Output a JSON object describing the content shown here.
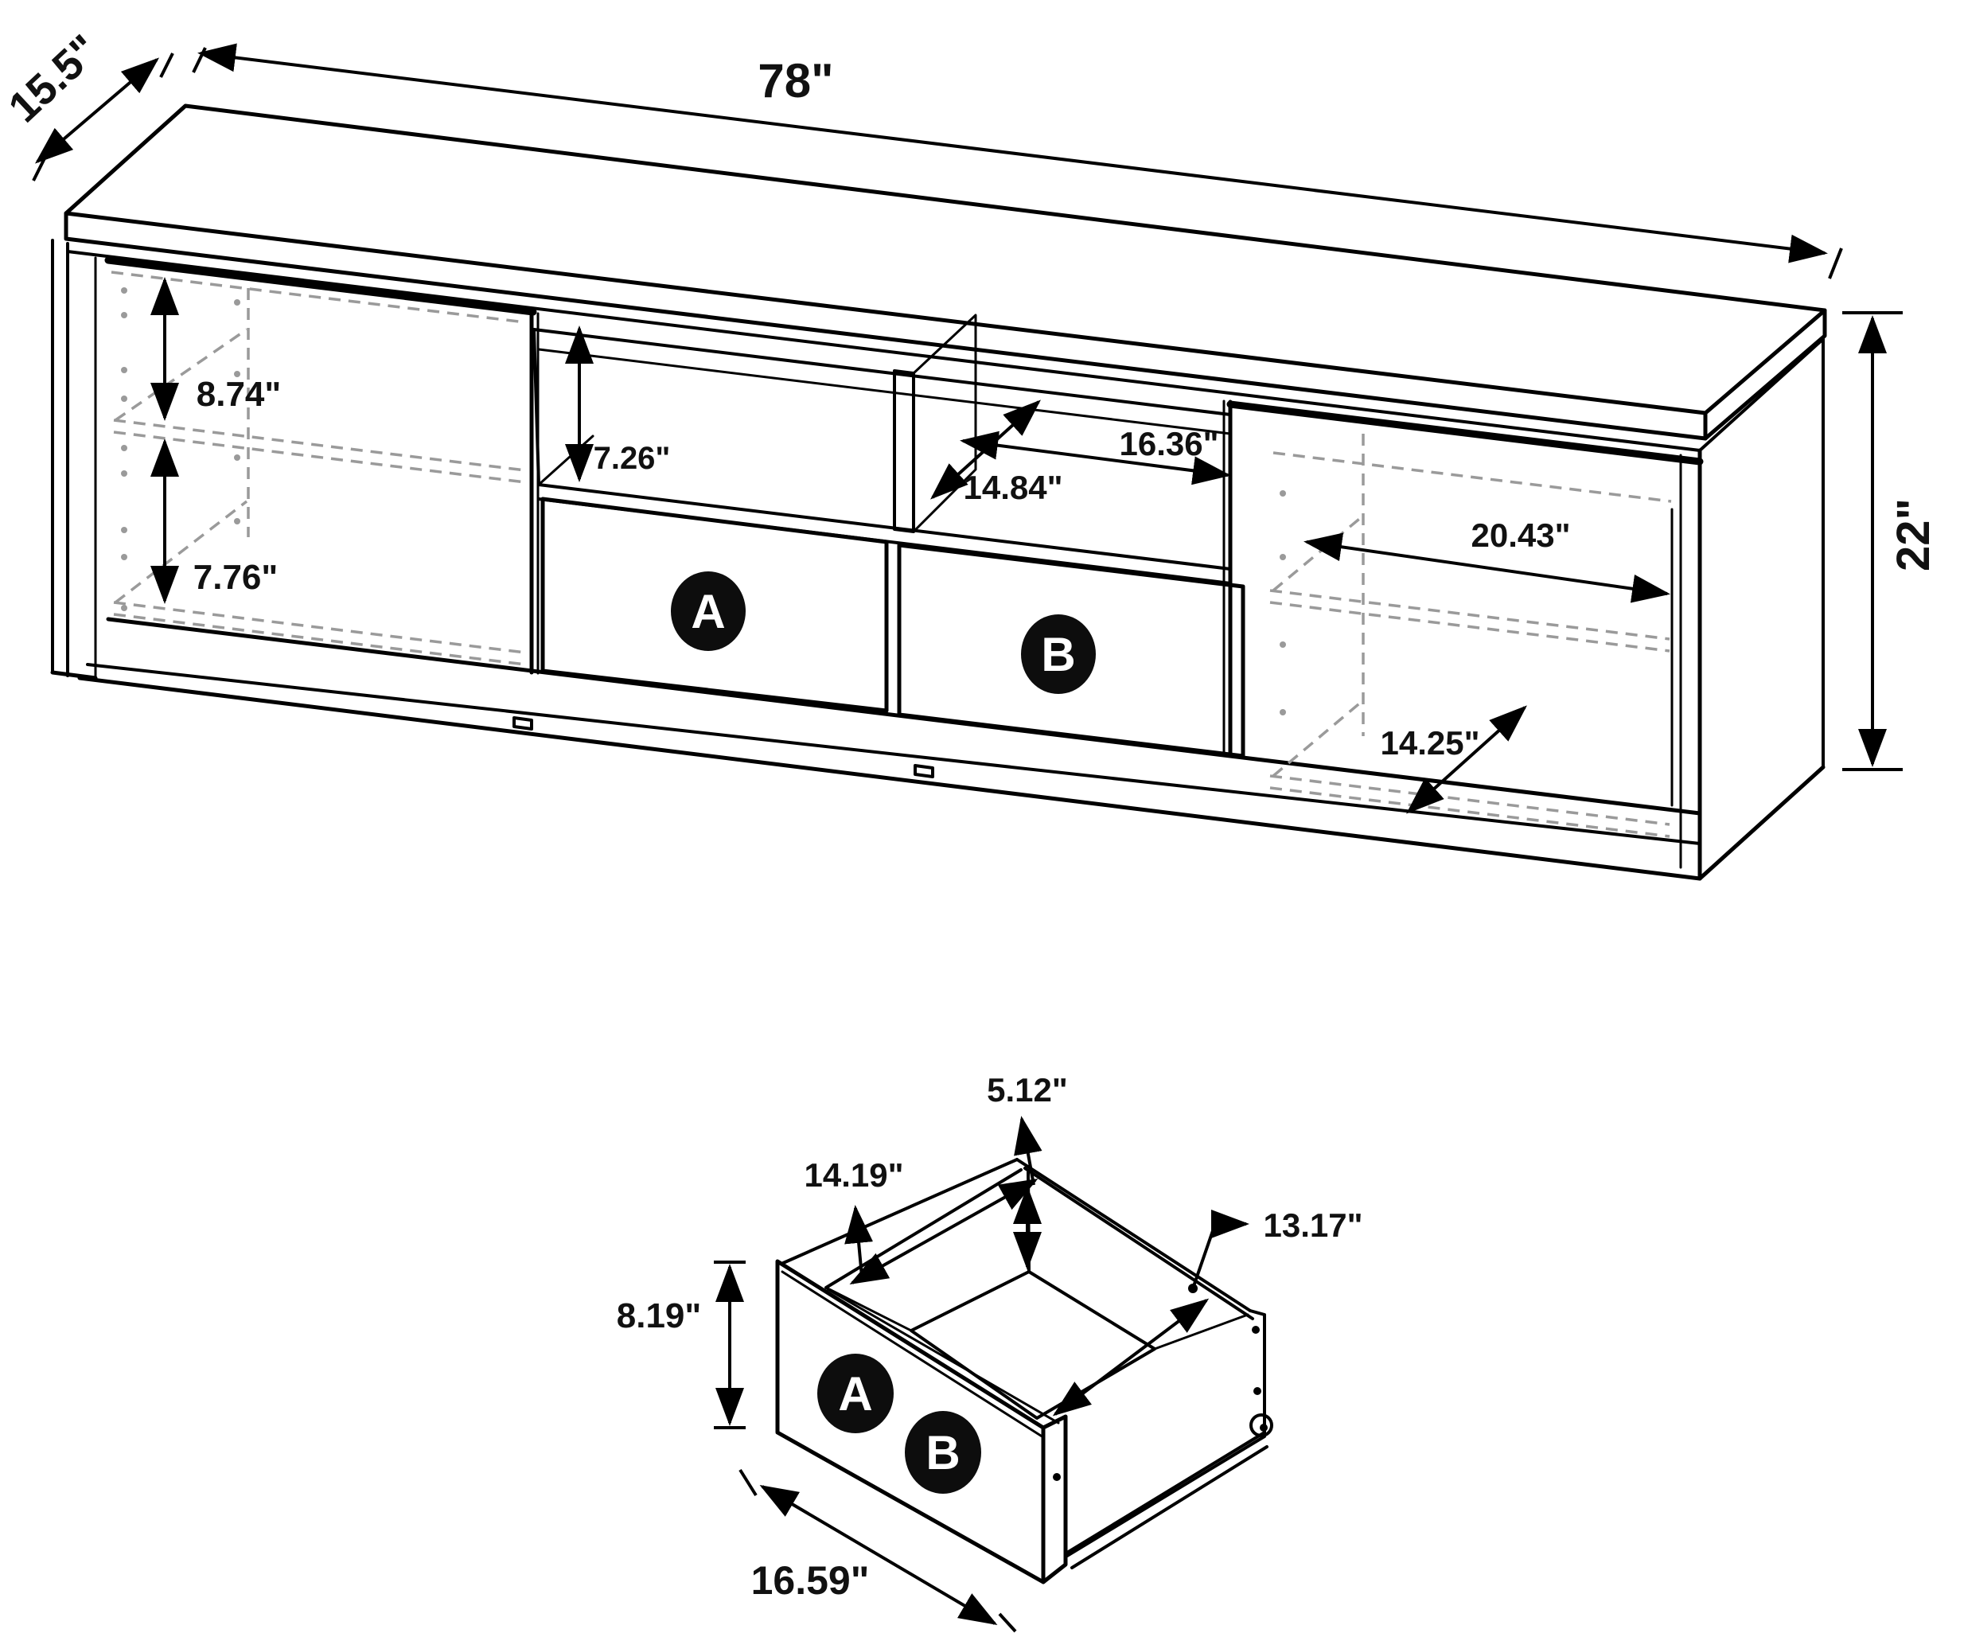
{
  "page": {
    "background_color": "#ffffff",
    "line_color": "#000000",
    "hidden_line_color": "#9a9a9a",
    "badge_color": "#0d0d0d"
  },
  "figures": {
    "tv_stand": {
      "description": "TV console dimension drawing, perspective view",
      "dims": {
        "depth": "15.5\"",
        "width": "78\"",
        "height": "22\"",
        "left_shelf_top": "8.74\"",
        "left_shelf_bottom": "7.76\"",
        "cubby_height": "7.26\"",
        "cubby_width": "16.36\"",
        "cubby_depth": "14.84\"",
        "right_shelf_width": "20.43\"",
        "right_shelf_depth": "14.25\""
      },
      "drawer_tags": {
        "a": "A",
        "b": "B"
      }
    },
    "drawer": {
      "description": "Drawer box dimension drawing, perspective view",
      "dims": {
        "back_height": "5.12\"",
        "inner_width": "14.19\"",
        "inner_depth": "13.17\"",
        "front_height": "8.19\"",
        "front_width": "16.59\""
      },
      "tags": {
        "a": "A",
        "b": "B"
      }
    }
  }
}
